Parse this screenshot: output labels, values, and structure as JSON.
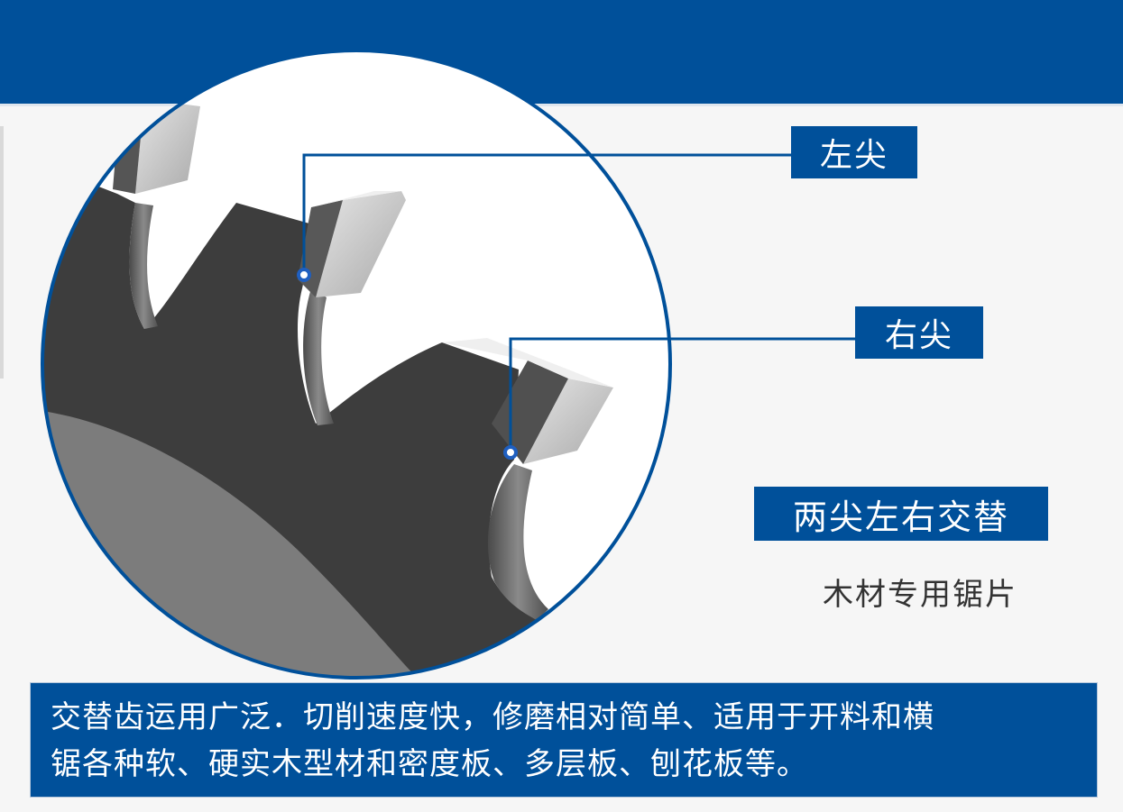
{
  "banner": {
    "color": "#00509a"
  },
  "callouts": {
    "left_tip": {
      "label": "左尖"
    },
    "right_tip": {
      "label": "右尖"
    }
  },
  "feature": {
    "title": "两尖左右交替",
    "subtitle": "木材专用锯片"
  },
  "description": {
    "lines": [
      "交替齿运用广泛．切削速度快，修磨相对简单、适用于开料和横",
      "锯各种软、硬实木型材和密度板、多层板、刨花板等。"
    ]
  },
  "colors": {
    "accent": "#00509a",
    "blade_dark": "#3c3c3c",
    "blade_mid": "#7a7a7a",
    "carbide_tip": "#c8c8c8",
    "background": "#f6f6f6"
  }
}
